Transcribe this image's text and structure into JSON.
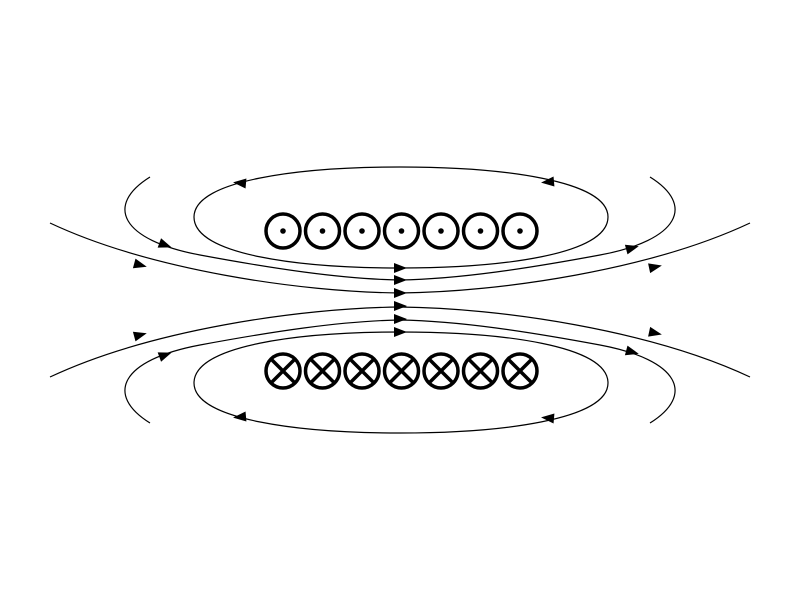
{
  "diagram": {
    "line_color": "#000000",
    "background": "#ffffff",
    "top_conductors": [
      "out-of-page",
      "out-of-page",
      "out-of-page",
      "out-of-page",
      "out-of-page",
      "out-of-page",
      "out-of-page"
    ],
    "bottom_conductors": [
      "into-page",
      "into-page",
      "into-page",
      "into-page",
      "into-page",
      "into-page",
      "into-page"
    ],
    "field_direction_inside": "left-to-right"
  }
}
